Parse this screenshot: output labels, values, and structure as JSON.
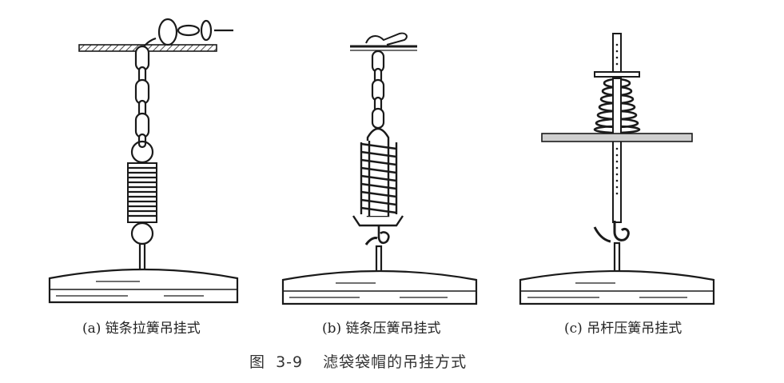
{
  "colors": {
    "line": "#1a1a1a",
    "plate": "#cfcfcf",
    "background": "#ffffff"
  },
  "captions": {
    "a": "(a) 链条拉簧吊挂式",
    "b": "(b) 链条压簧吊挂式",
    "c": "(c) 吊杆压簧吊挂式"
  },
  "figure": {
    "label": "图",
    "number": "3-9",
    "title": "滤袋袋帽的吊挂方式"
  }
}
